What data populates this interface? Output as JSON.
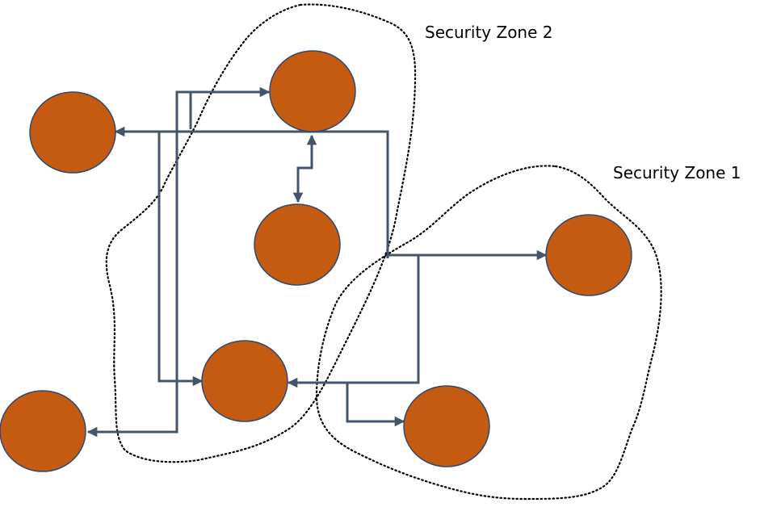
{
  "zones": [
    {
      "id": "zone-2",
      "label": "Security Zone 2"
    },
    {
      "id": "zone-1",
      "label": "Security Zone 1"
    }
  ],
  "nodes": [
    {
      "id": "node-left-top"
    },
    {
      "id": "node-zone2-top"
    },
    {
      "id": "node-zone2-middle"
    },
    {
      "id": "node-zone2-bottom"
    },
    {
      "id": "node-left-bottom"
    },
    {
      "id": "node-zone1-right"
    },
    {
      "id": "node-zone1-bottom"
    }
  ],
  "connections": [
    {
      "from": "node-zone1-right",
      "to": "node-left-top"
    },
    {
      "from": "node-zone2-top",
      "to": "node-zone1-right"
    },
    {
      "from": "node-zone2-top",
      "to": "node-zone2-middle",
      "bidirectional": true
    },
    {
      "from": "node-left-bottom",
      "to": "node-zone2-top"
    },
    {
      "from": "node-zone2-top",
      "to": "node-left-bottom"
    },
    {
      "from": "node-left-top",
      "to": "node-zone2-bottom"
    },
    {
      "from": "node-zone1-right",
      "to": "node-zone2-bottom"
    },
    {
      "from": "node-zone2-bottom",
      "to": "node-zone1-bottom"
    }
  ],
  "colors": {
    "node_fill": "#c55a11",
    "node_stroke": "#2f4a6e",
    "connector": "#44546a",
    "zone_boundary": "#000000",
    "background": "#ffffff"
  }
}
